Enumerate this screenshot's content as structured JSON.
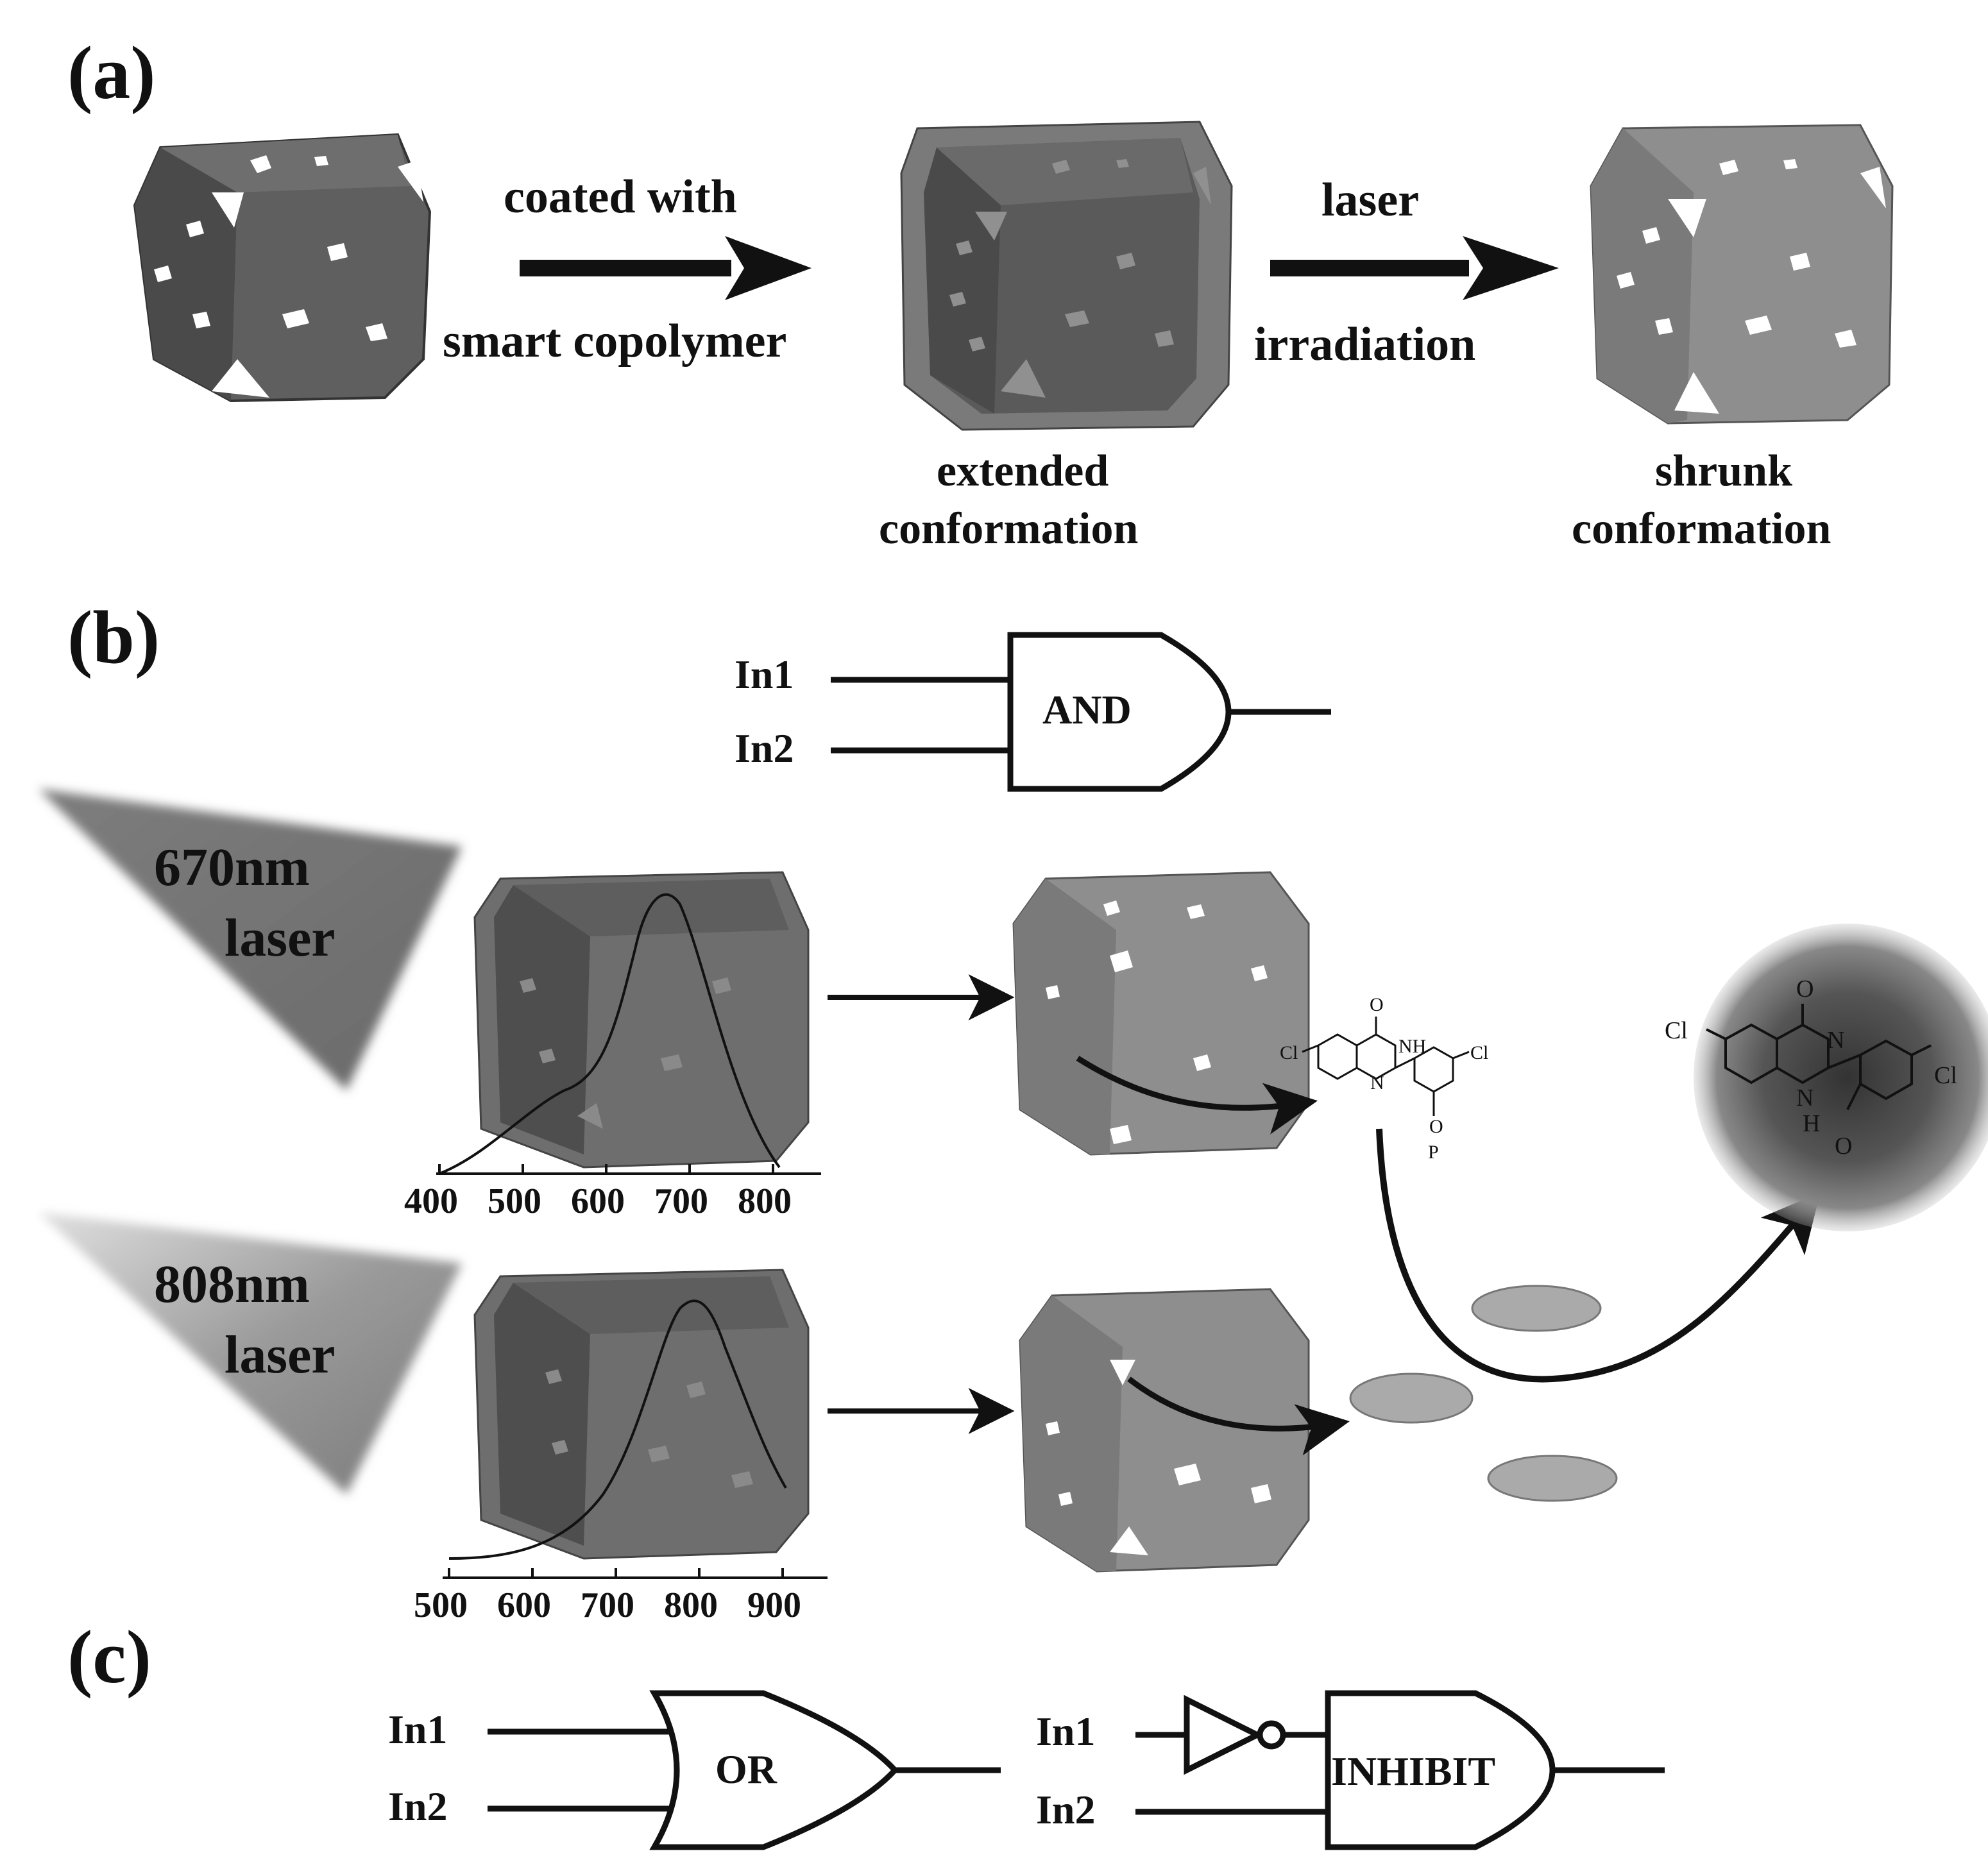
{
  "panel_a": {
    "label": "(a)",
    "arrow1_top": "coated with",
    "arrow1_bottom": "smart copolymer",
    "arrow2_top": "laser",
    "arrow2_bottom": "irradiation",
    "state1_line1": "extended",
    "state1_line2": "conformation",
    "state2_line1": "shrunk",
    "state2_line2": "conformation"
  },
  "panel_b": {
    "label": "(b)",
    "and_gate": {
      "in1": "In1",
      "in2": "In2",
      "name": "AND"
    },
    "laser1": {
      "line1": "670nm",
      "line2": "laser"
    },
    "laser2": {
      "line1": "808nm",
      "line2": "laser"
    },
    "spectrum1_ticks": [
      "400",
      "500",
      "600",
      "700",
      "800"
    ],
    "spectrum2_ticks": [
      "500",
      "600",
      "700",
      "800",
      "900"
    ],
    "chem_labels": {
      "cl": "Cl",
      "o": "O",
      "nh": "NH",
      "n": "N",
      "h": "H",
      "p": "P"
    }
  },
  "panel_c": {
    "label": "(c)",
    "or_gate": {
      "in1": "In1",
      "in2": "In2",
      "name": "OR"
    },
    "inhibit_gate": {
      "in1": "In1",
      "in2": "In2",
      "name": "INHIBIT"
    }
  },
  "colors": {
    "dark_cube": "#5c5c5c",
    "light_cube": "#8e8e8e",
    "shell": "#7a7a7a",
    "ink": "#111111"
  }
}
